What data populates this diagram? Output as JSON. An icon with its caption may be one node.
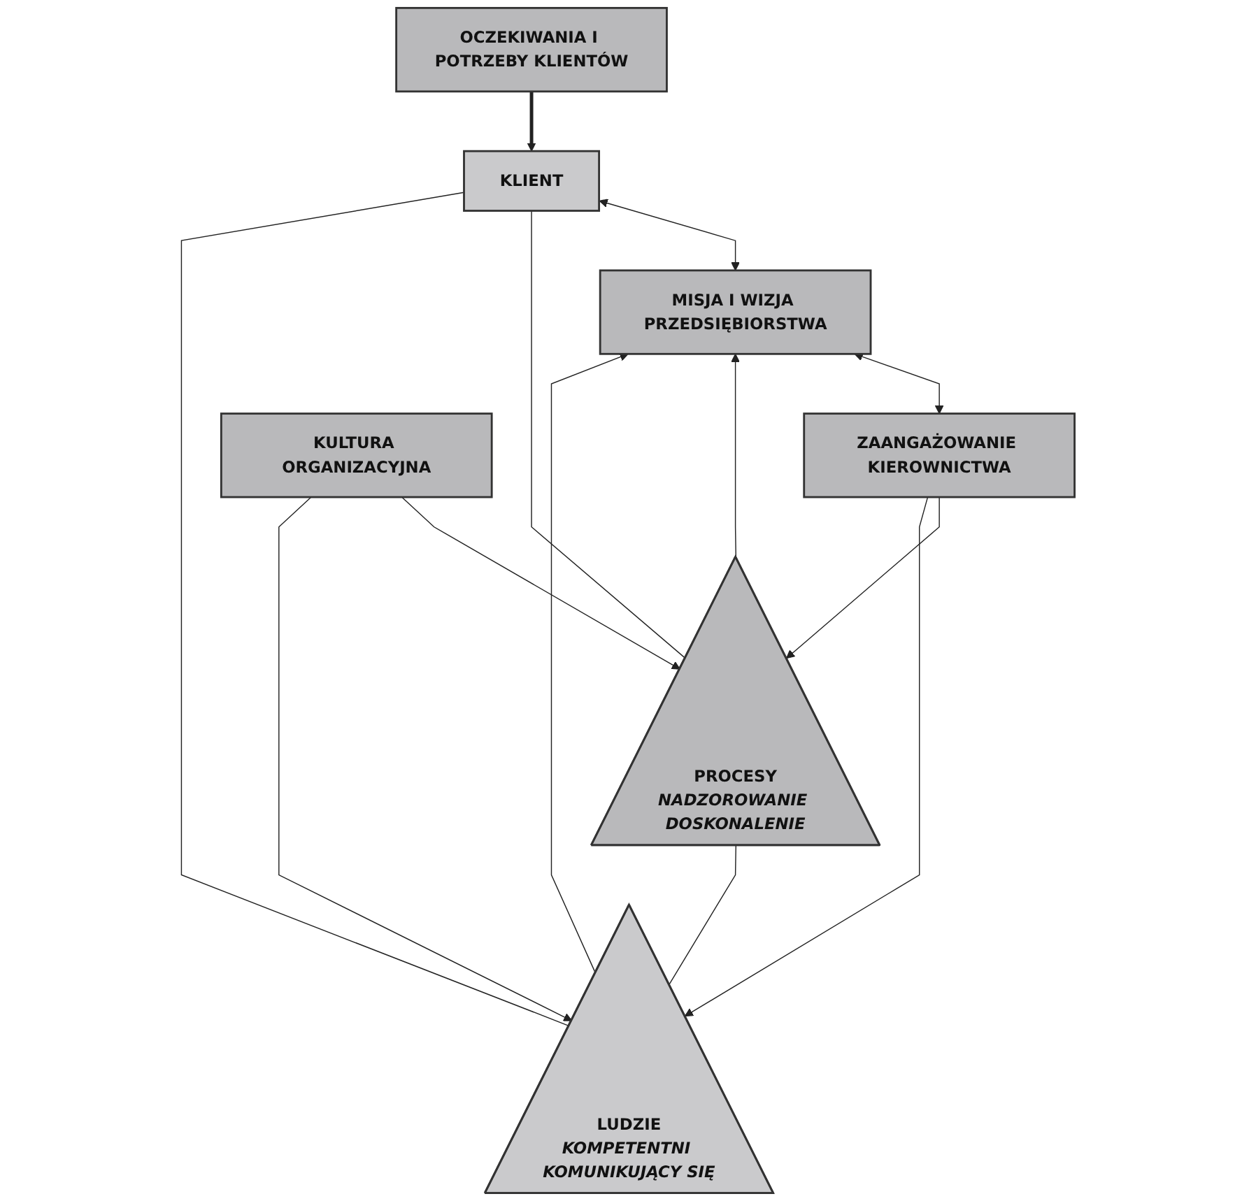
{
  "diagram": {
    "nodes": [
      {
        "text": [
          "OCZEKIWANIA I POTRZEBY KLIENTÓW"
        ]
      },
      {
        "text": [
          "KLIENT"
        ]
      },
      {
        "text": [
          "MISJA I WIZJA PRZEDSIĘBIORSTWA"
        ]
      },
      {
        "text": [
          "ZAANGAŻOWANIE KIEROWNICTWA"
        ]
      },
      {
        "text": [
          "PROCESY",
          "NADZOROWANIE DOSKONALENIE"
        ]
      },
      {
        "text": [
          "LUDZIE",
          "KOMPETENTNI KOMUNIKUJĄCY SIĘ"
        ]
      },
      {
        "text": [
          "KULTURA ORGANIZACYJNA"
        ]
      }
    ],
    "edges": [
      {
        "from": 0,
        "to": 1,
        "arrow": "to",
        "style": "thick"
      },
      {
        "from": 1,
        "to": 2,
        "arrow": "both"
      },
      {
        "from": 2,
        "to": 3,
        "arrow": "both"
      },
      {
        "from": 4,
        "to": 2,
        "arrow": "to"
      },
      {
        "from": 5,
        "to": 2,
        "arrow": "to"
      },
      {
        "from": 3,
        "to": 4,
        "arrow": "to"
      },
      {
        "from": 3,
        "to": 5,
        "arrow": "to"
      },
      {
        "from": 6,
        "to": 4,
        "arrow": "to"
      },
      {
        "from": 6,
        "to": 5,
        "arrow": "to"
      },
      {
        "from": 1,
        "to": 4,
        "arrow": "none"
      },
      {
        "from": 1,
        "to": 5,
        "arrow": "none"
      },
      {
        "from": 4,
        "to": 5,
        "arrow": "none"
      }
    ]
  }
}
